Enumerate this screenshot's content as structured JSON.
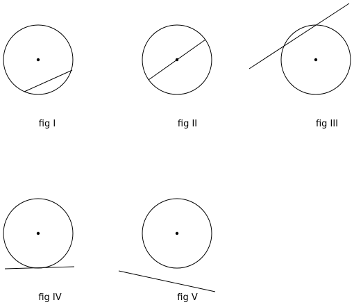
{
  "diagram": {
    "stroke_color": "#000000",
    "background_color": "#ffffff",
    "figures": [
      {
        "id": "fig-1",
        "caption": "fig I",
        "line_kind": "chord"
      },
      {
        "id": "fig-2",
        "caption": "fig II",
        "line_kind": "diameter"
      },
      {
        "id": "fig-3",
        "caption": "fig III",
        "line_kind": "secant"
      },
      {
        "id": "fig-4",
        "caption": "fig IV",
        "line_kind": "tangent"
      },
      {
        "id": "fig-5",
        "caption": "fig V",
        "line_kind": "non-intersecting"
      }
    ]
  }
}
